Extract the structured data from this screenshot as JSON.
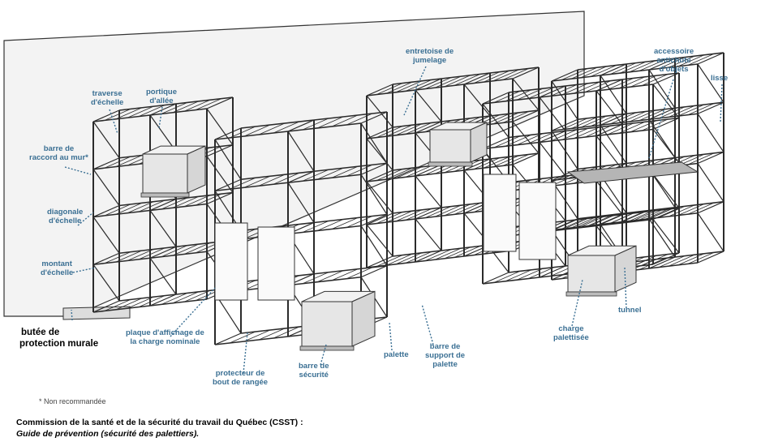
{
  "labels": {
    "traverse": [
      "traverse",
      "d'échelle"
    ],
    "portique": [
      "portique",
      "d'allée"
    ],
    "barre_raccord": [
      "barre de",
      "raccord au mur*"
    ],
    "diagonale": [
      "diagonale",
      "d'échelle"
    ],
    "montant": [
      "montant",
      "d'échelle"
    ],
    "entretoise": [
      "entretoise de",
      "jumelage"
    ],
    "accessoire": [
      "accessoire",
      "antichute",
      "d'objets"
    ],
    "lisse": [
      "lisse"
    ],
    "plaque": [
      "plaque d'affichage de",
      "la charge nominale"
    ],
    "protecteur": [
      "protecteur de",
      "bout de rangée"
    ],
    "barre_securite": [
      "barre de",
      "sécurité"
    ],
    "palette": [
      "palette"
    ],
    "barre_support": [
      "barre de",
      "support de",
      "palette"
    ],
    "charge": [
      "charge",
      "palettisée"
    ],
    "tunnel": [
      "tunnel"
    ]
  },
  "butee": [
    "butée de",
    "protection murale"
  ],
  "footnote": "* Non recommandée",
  "credit_line1": "Commission de la santé et de la sécurité du travail du Québec (CSST) :",
  "credit_line2": "Guide de prévention (sécurité des palettiers).",
  "colors": {
    "label": "#3a6f93",
    "line": "#2a2a2a",
    "wall": "#f4f4f4"
  }
}
